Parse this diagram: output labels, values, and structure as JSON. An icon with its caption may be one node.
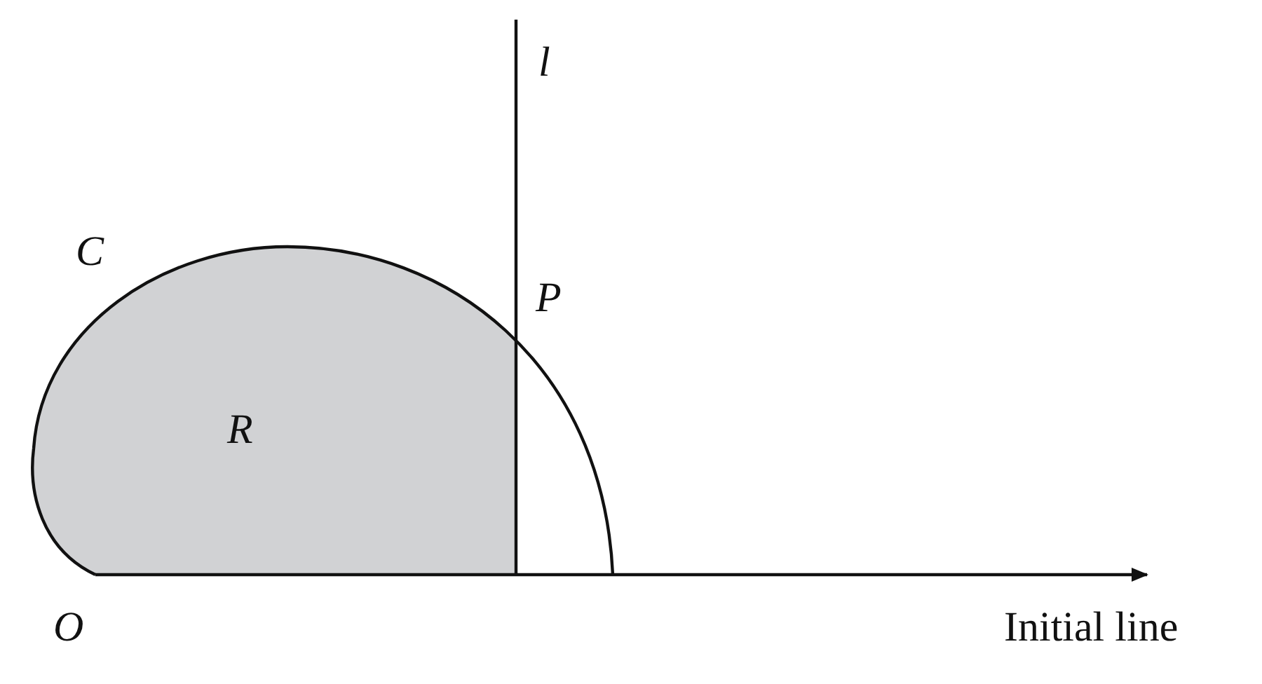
{
  "diagram": {
    "labels": [
      "l",
      "C",
      "P",
      "R",
      "O",
      "Initial line"
    ]
  }
}
